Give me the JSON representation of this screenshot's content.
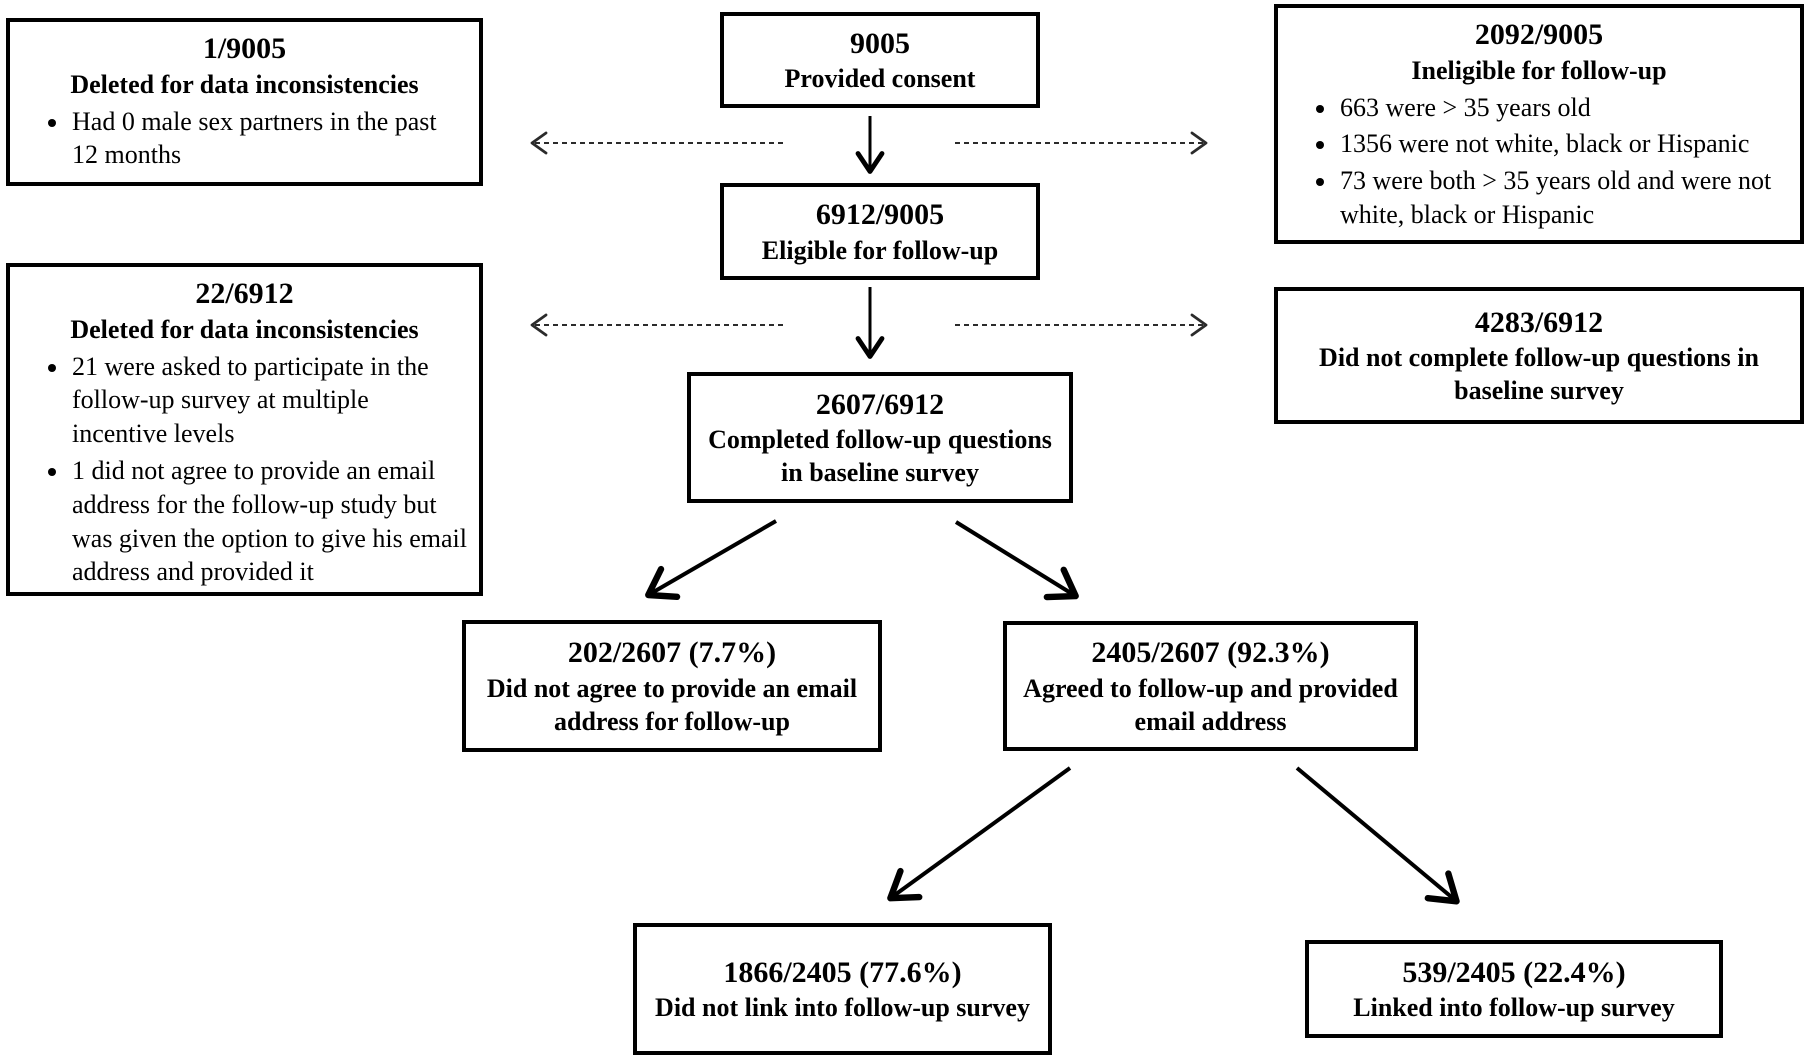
{
  "boxes": {
    "consent": {
      "count": "9005",
      "label": "Provided consent"
    },
    "deleted_baseline": {
      "count": "1/9005",
      "label": "Deleted for data inconsistencies",
      "bullets": [
        "Had 0 male sex partners in the past 12 months"
      ]
    },
    "ineligible": {
      "count": "2092/9005",
      "label": "Ineligible for follow-up",
      "bullets": [
        "663 were > 35 years old",
        "1356 were not white, black or Hispanic",
        "73 were both > 35 years old and were not white, black or Hispanic"
      ]
    },
    "eligible": {
      "count": "6912/9005",
      "label": "Eligible for follow-up"
    },
    "deleted_followup": {
      "count": "22/6912",
      "label": "Deleted for data inconsistencies",
      "bullets": [
        "21 were asked to participate in the follow-up survey at multiple incentive levels",
        "1 did not agree to provide an email address for the follow-up study but was given the option to give his email address and provided it"
      ]
    },
    "not_completed_baseline": {
      "count": "4283/6912",
      "label": "Did not complete follow-up questions in baseline survey"
    },
    "completed_baseline": {
      "count": "2607/6912",
      "label": "Completed follow-up questions in baseline survey"
    },
    "no_email": {
      "count": "202/2607 (7.7%)",
      "label": "Did not agree to provide an email address for follow-up"
    },
    "agreed_email": {
      "count": "2405/2607 (92.3%)",
      "label": "Agreed to follow-up and provided email address"
    },
    "not_linked": {
      "count": "1866/2405 (77.6%)",
      "label": "Did not link into follow-up survey"
    },
    "linked": {
      "count": "539/2405 (22.4%)",
      "label": "Linked into follow-up survey"
    }
  },
  "colors": {
    "text": "#000000",
    "border": "#000000",
    "dashed_arrow": "#2b2b2b",
    "background": "#ffffff"
  }
}
